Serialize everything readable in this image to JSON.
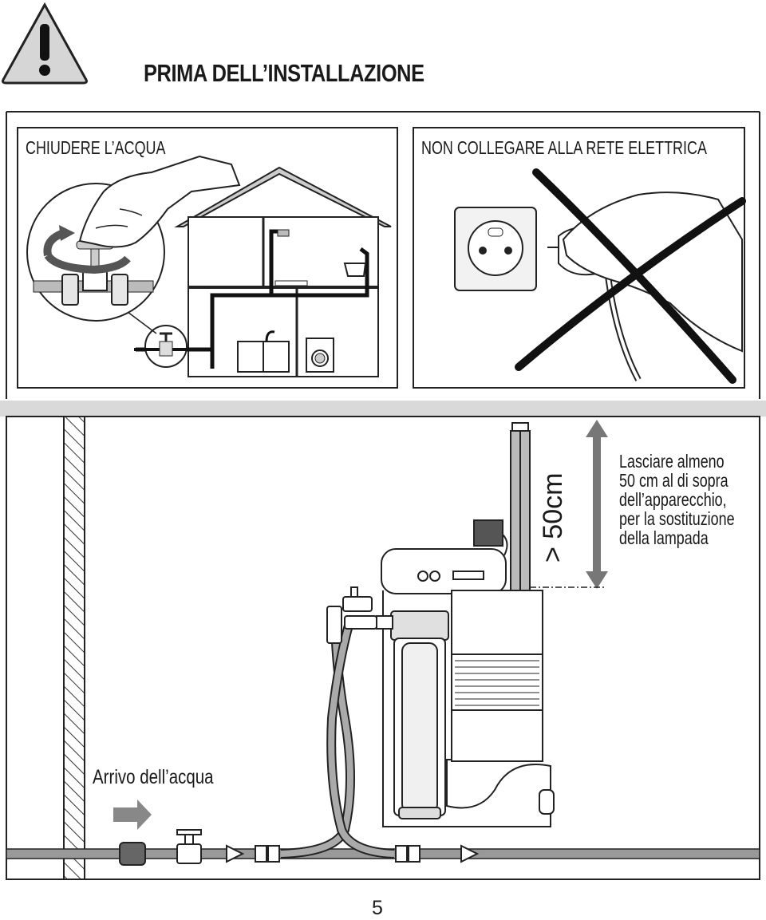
{
  "header": {
    "title": "PRIMA DELL’INSTALLAZIONE",
    "warning_icon": "warning-triangle-icon"
  },
  "panel_left": {
    "label": "CHIUDERE L’ACQUA",
    "icons": [
      "hand-icon",
      "rotate-arrow-icon",
      "valve-icon",
      "house-icon",
      "shower-icon",
      "sink-icon",
      "washing-machine-icon"
    ]
  },
  "panel_right": {
    "label": "NON COLLEGARE ALLA RETE ELETTRICA",
    "icons": [
      "wall-socket-icon",
      "plug-icon",
      "hand-icon",
      "cross-icon"
    ]
  },
  "installation": {
    "clearance_label": "> 50cm",
    "note_lines": [
      "Lasciare almeno",
      "50 cm al di sopra",
      "dell’apparecchio,",
      "per la sostituzione",
      "della lampada"
    ],
    "inlet_label": "Arrivo dell’acqua",
    "icons": [
      "wall-icon",
      "flow-arrow-icon",
      "meter-icon",
      "valve-icon",
      "check-valve-icon",
      "filter-icon",
      "uv-unit-icon",
      "lamp-tube-icon",
      "dimension-arrow-icon"
    ]
  },
  "footer": {
    "page_number": "5"
  }
}
